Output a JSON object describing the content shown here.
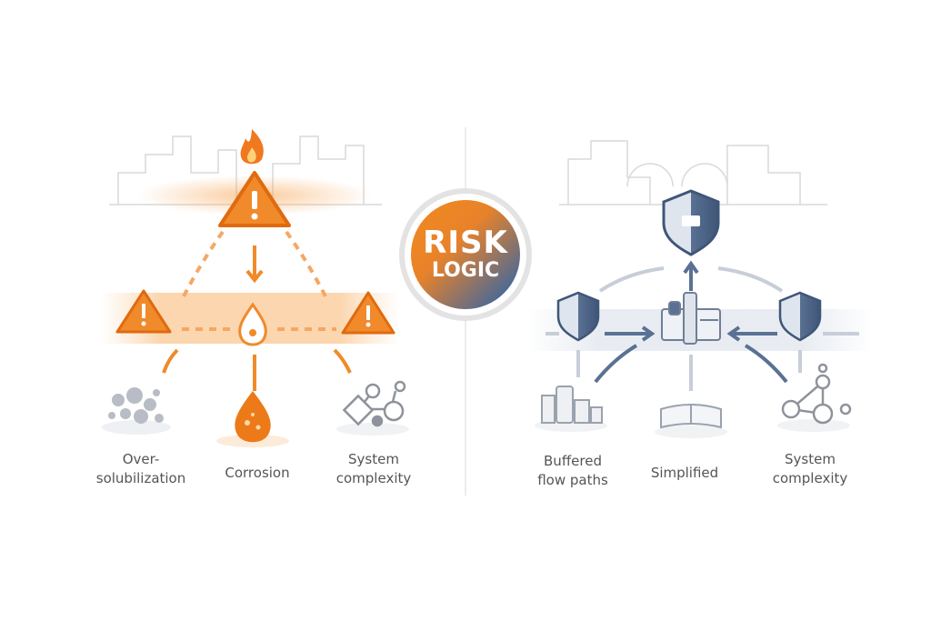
{
  "logo": {
    "line1": "RISK",
    "line2": "LOGIC"
  },
  "left_panel": {
    "labels": [
      {
        "line1": "Over-",
        "line2": "solubilization"
      },
      {
        "line1": "Corrosion",
        "line2": ""
      },
      {
        "line1": "System",
        "line2": "complexity"
      }
    ]
  },
  "right_panel": {
    "labels": [
      {
        "line1": "Buffered",
        "line2": "flow paths"
      },
      {
        "line1": "Simplified",
        "line2": ""
      },
      {
        "line1": "System",
        "line2": "complexity"
      }
    ]
  },
  "colors": {
    "risk": "#f08a2a",
    "safe": "#5a7194",
    "text": "#555555"
  }
}
